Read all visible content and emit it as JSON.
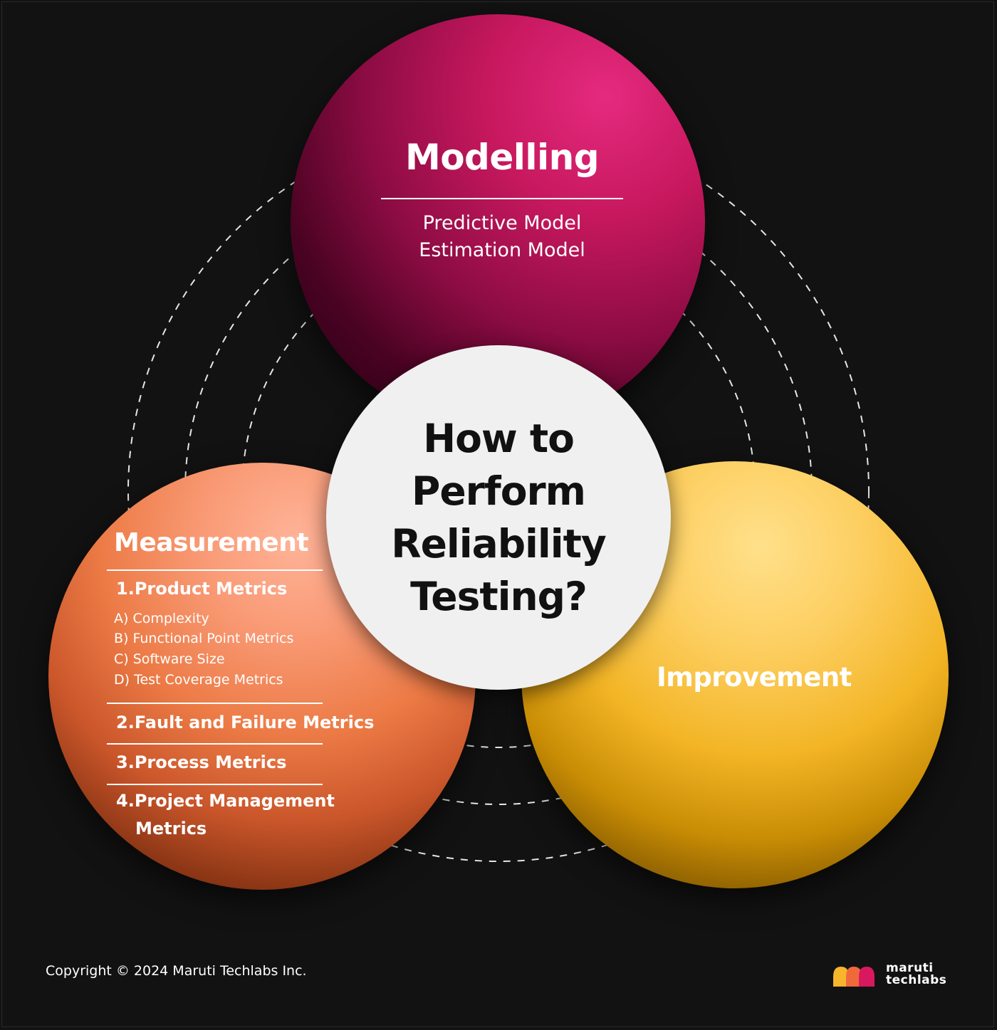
{
  "diagram": {
    "center_title_lines": [
      "How to",
      "Perform",
      "Reliability",
      "Testing?"
    ],
    "modelling": {
      "title": "Modelling",
      "items": [
        "Predictive Model",
        "Estimation Model"
      ],
      "color": "#c7185e"
    },
    "measurement": {
      "title": "Measurement",
      "color": "#ec7a45",
      "metrics": [
        "1.Product Metrics",
        "2.Fault and Failure Metrics",
        "3.Process Metrics",
        "4.Project Management",
        "Metrics"
      ],
      "product_sub_items": [
        "A) Complexity",
        "B) Functional Point Metrics",
        "C) Software Size",
        "D) Test Coverage Metrics"
      ]
    },
    "improvement": {
      "title": "Improvement",
      "color": "#f3b526"
    }
  },
  "footer": {
    "copyright": "Copyright © 2024 Maruti Techlabs Inc.",
    "logo": {
      "line1": "maruti",
      "line2": "techlabs",
      "icon": "mountain-peaks-logo-icon",
      "colors": [
        "#f7b52c",
        "#ef6a3a",
        "#d9195f"
      ]
    }
  }
}
